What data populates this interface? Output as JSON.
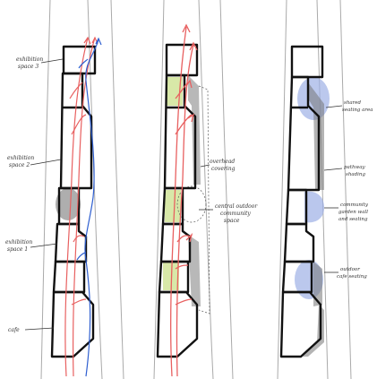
{
  "diagram": {
    "left_labels": {
      "exhibition_space_3": [
        "exhibition",
        "space 3"
      ],
      "exhibition_space_2": [
        "exhibition",
        "space 2"
      ],
      "exhibition_space_1": [
        "exhibition",
        "space 1"
      ],
      "cafe": "cafe"
    },
    "middle_labels": {
      "overhead_covering": [
        "overhead",
        "covering"
      ],
      "central_outdoor_community_space": [
        "central outdoor",
        "community",
        "space"
      ]
    },
    "right_labels": {
      "shared_seating_area": [
        "shared",
        "seating area"
      ],
      "pathway_shading": [
        "pathway",
        "shading"
      ],
      "community_garden_wall_and_seating": [
        "community",
        "garden wall",
        "and seating"
      ],
      "outdoor_cafe_seating": [
        "outdoor",
        "cafe seating"
      ]
    },
    "colors": {
      "outline": "#111111",
      "red_path": "#e86060",
      "blue_path": "#2f5fd0",
      "green_fill": "#d8e8a8",
      "grey_shadow": "#9a9a9a",
      "blue_shade": "#9eb0e6",
      "street_line": "#aaaaaa"
    }
  }
}
